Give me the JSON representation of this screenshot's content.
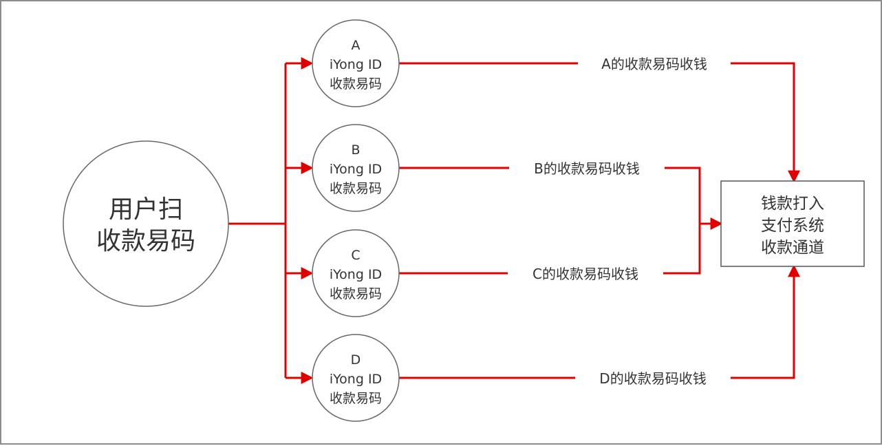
{
  "diagram": {
    "colors": {
      "arrow": "#e00000",
      "node_stroke": "#666666",
      "text": "#333333",
      "frame": "#8c8c8c"
    },
    "source": {
      "lines": [
        "用户扫",
        "收款易码"
      ]
    },
    "accounts": [
      {
        "id": "a",
        "lines": [
          "A",
          "iYong ID",
          "收款易码"
        ],
        "edge_label": "A的收款易码收钱"
      },
      {
        "id": "b",
        "lines": [
          "B",
          "iYong ID",
          "收款易码"
        ],
        "edge_label": "B的收款易码收钱"
      },
      {
        "id": "c",
        "lines": [
          "C",
          "iYong ID",
          "收款易码"
        ],
        "edge_label": "C的收款易码收钱"
      },
      {
        "id": "d",
        "lines": [
          "D",
          "iYong ID",
          "收款易码"
        ],
        "edge_label": "D的收款易码收钱"
      }
    ],
    "target": {
      "lines": [
        "钱款打入",
        "支付系统",
        "收款通道"
      ]
    }
  }
}
